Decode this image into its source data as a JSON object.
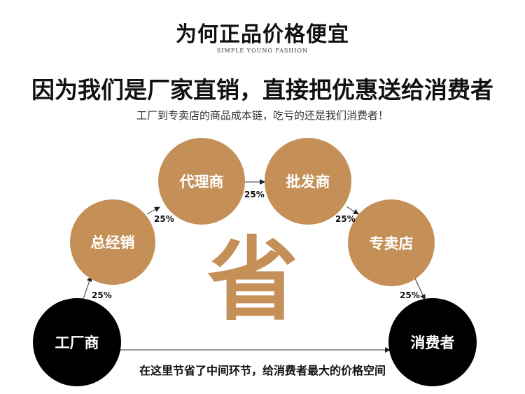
{
  "header": {
    "title": "为何正品价格便宜",
    "subtitle": "SIMPLE YOUNG FASHION",
    "headline": "因为我们是厂家直销，直接把优惠送给消费者",
    "tagline": "工厂到专卖店的商品成本链，吃亏的还是我们消费者！"
  },
  "nodes": {
    "factory": "工厂商",
    "distributor": "总经销",
    "agent": "代理商",
    "wholesaler": "批发商",
    "store": "专卖店",
    "consumer": "消费者"
  },
  "markups": {
    "factory_to_distributor": "25%",
    "distributor_to_agent": "25%",
    "agent_to_wholesaler": "25%",
    "wholesaler_to_store": "25%",
    "store_to_consumer": "25%"
  },
  "center_char": "省",
  "bottom_note": "在这里节省了中间环节，给消费者最大的价格空间",
  "colors": {
    "gold": "#c49058",
    "black": "#000000"
  }
}
